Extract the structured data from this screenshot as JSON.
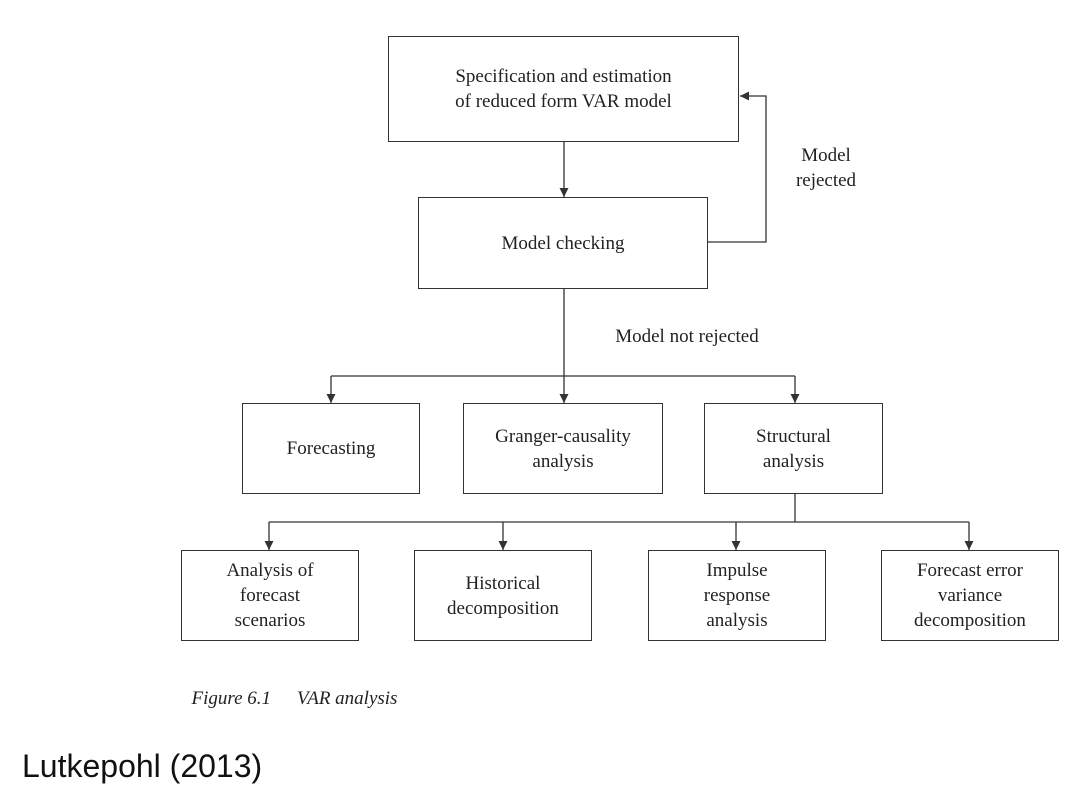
{
  "diagram": {
    "nodes": {
      "spec": "Specification and estimation\nof reduced form VAR model",
      "check": "Model checking",
      "forecasting": "Forecasting",
      "granger": "Granger-causality\nanalysis",
      "structural": "Structural\nanalysis",
      "scenarios": "Analysis of\nforecast\nscenarios",
      "historical": "Historical\ndecomposition",
      "impulse": "Impulse\nresponse\nanalysis",
      "fevd": "Forecast error\nvariance\ndecomposition"
    },
    "edge_labels": {
      "rejected": "Model\nrejected",
      "not_rejected": "Model not rejected"
    }
  },
  "figure": {
    "number": "Figure 6.1",
    "title": "VAR analysis"
  },
  "source": "Lutkepohl (2013)"
}
